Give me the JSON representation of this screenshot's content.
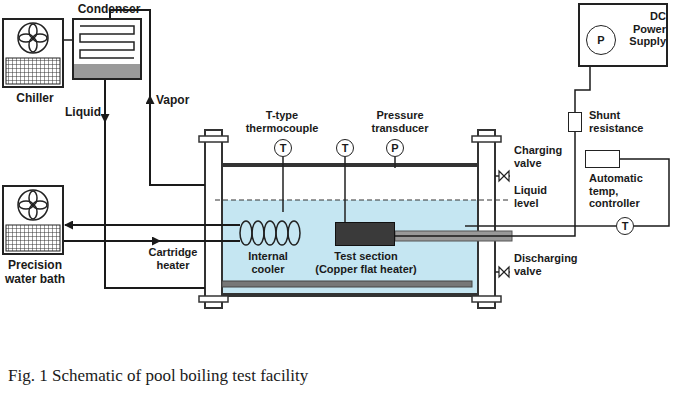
{
  "diagram": {
    "caption": "Fig. 1 Schematic of pool boiling test facility",
    "nodes": [
      {
        "text": [
          "Condenser"
        ]
      },
      {
        "text": [
          "Chiller"
        ]
      },
      {
        "text": [
          "T"
        ]
      },
      {
        "text": [
          "T"
        ]
      },
      {
        "text": [
          "P"
        ]
      },
      {
        "text": [
          "DC Power Supply"
        ]
      },
      {
        "text": [
          "P"
        ],
        "in": 5
      },
      {
        "text": [
          "Shunt resistance"
        ]
      },
      {
        "text": [
          "Automatic temp, controller"
        ]
      },
      {
        "text": [
          "T"
        ]
      },
      {
        "text": [
          "Precision water bath"
        ]
      },
      {
        "text": [
          "Test section (Copper flat heater)"
        ]
      }
    ],
    "edges": [
      {
        "from": 1,
        "to": 0,
        "arrow": "none"
      },
      {
        "from": 5,
        "to": 7,
        "arrow": "none"
      },
      {
        "from": 7,
        "to": 11,
        "arrow": "none"
      },
      {
        "from": 8,
        "to": 9,
        "arrow": "none"
      }
    ],
    "labels": [
      "Vapor",
      "Liquid",
      "T-type thermocouple",
      "Pressure transducer",
      "Charging valve",
      "Liquid level",
      "Internal cooler",
      "Cartridge heater",
      "Discharging valve"
    ]
  }
}
